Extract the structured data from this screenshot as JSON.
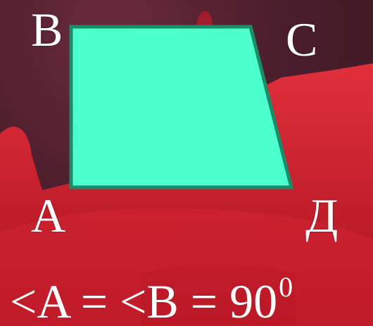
{
  "colors": {
    "background": "#4b1e2c",
    "terrain": "#c8202e",
    "trapezoid_fill": "#4dffcc",
    "trapezoid_stroke": "#1a8c6a",
    "text": "#ffffff"
  },
  "vertices": {
    "a": "A",
    "b": "B",
    "c": "C",
    "d": "Д"
  },
  "caption": {
    "equation": "<A = <B = 90",
    "exponent": "0"
  }
}
